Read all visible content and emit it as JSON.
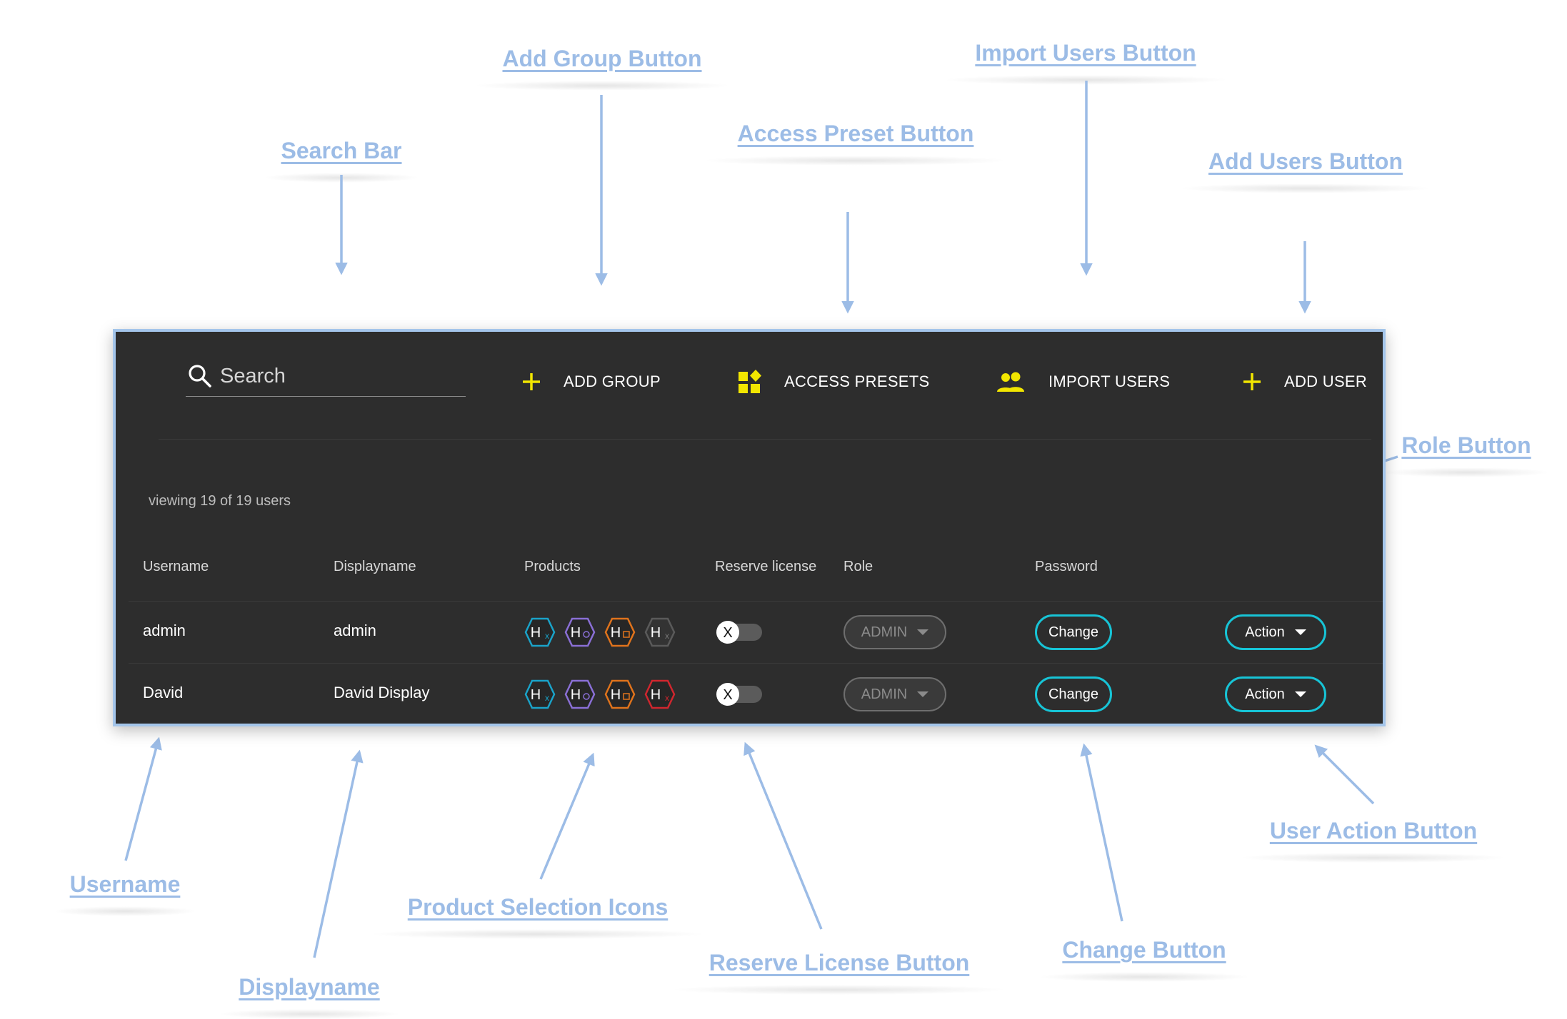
{
  "annotations": [
    {
      "key": "search_bar",
      "text": "Search Bar"
    },
    {
      "key": "add_group",
      "text": "Add Group Button"
    },
    {
      "key": "access_preset",
      "text": "Access Preset Button"
    },
    {
      "key": "import_users",
      "text": "Import Users Button"
    },
    {
      "key": "add_users",
      "text": "Add Users Button"
    },
    {
      "key": "role",
      "text": "Role Button"
    },
    {
      "key": "username",
      "text": "Username"
    },
    {
      "key": "displayname",
      "text": "Displayname"
    },
    {
      "key": "product_icons",
      "text": "Product Selection Icons"
    },
    {
      "key": "reserve_license",
      "text": "Reserve License Button"
    },
    {
      "key": "change",
      "text": "Change Button"
    },
    {
      "key": "user_action",
      "text": "User Action Button"
    }
  ],
  "colors": {
    "accent_yellow": "#f2e600",
    "accent_cyan": "#17c4d6",
    "annotation_blue": "#9cbce6",
    "panel_bg": "#2d2d2d",
    "product_colors": [
      "#1aa3c9",
      "#8a6fd6",
      "#e0731c",
      "#d0262e",
      "#6a6a6a"
    ]
  },
  "toolbar": {
    "search_placeholder": "Search",
    "search_icon": "search-icon",
    "buttons": [
      {
        "label": "ADD GROUP",
        "icon": "plus-icon"
      },
      {
        "label": "ACCESS PRESETS",
        "icon": "widgets-icon"
      },
      {
        "label": "IMPORT USERS",
        "icon": "people-icon"
      },
      {
        "label": "ADD USER",
        "icon": "plus-icon"
      }
    ]
  },
  "user_count_text": "viewing 19 of 19 users",
  "table": {
    "headers": [
      "Username",
      "Displayname",
      "Products",
      "Reserve license",
      "Role",
      "Password"
    ],
    "rows": [
      {
        "username": "admin",
        "displayname": "admin",
        "products": [
          "H",
          "H",
          "H",
          "H"
        ],
        "product_states": [
          "blue",
          "purple",
          "orange",
          "gray"
        ],
        "reserve_toggle": "X",
        "role": "ADMIN",
        "password_button": "Change",
        "action_button": "Action"
      },
      {
        "username": "David",
        "displayname": "David Display",
        "products": [
          "H",
          "H",
          "H",
          "H"
        ],
        "product_states": [
          "blue",
          "purple",
          "orange",
          "red"
        ],
        "reserve_toggle": "X",
        "role": "ADMIN",
        "password_button": "Change",
        "action_button": "Action"
      }
    ]
  }
}
